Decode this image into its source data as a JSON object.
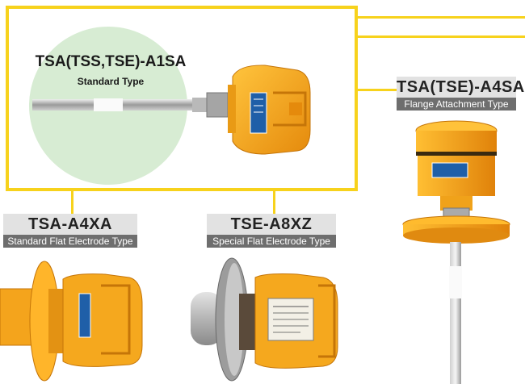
{
  "colors": {
    "frame": "#f7d21c",
    "housing": "#f5a91c",
    "circle": "#d7ecd3",
    "label_bg": "#e2e2e2",
    "desc_bg": "#6e6e6e"
  },
  "featured": {
    "model": "TSA(TSS,TSE)-A1SA",
    "type": "Standard Type"
  },
  "products": [
    {
      "model": "TSA(TSE)-A4SA",
      "type": "Flange Attachment Type"
    },
    {
      "model": "TSA-A4XA",
      "type": "Standard Flat Electrode Type"
    },
    {
      "model": "TSE-A8XZ",
      "type": "Special Flat Electrode Type"
    }
  ]
}
